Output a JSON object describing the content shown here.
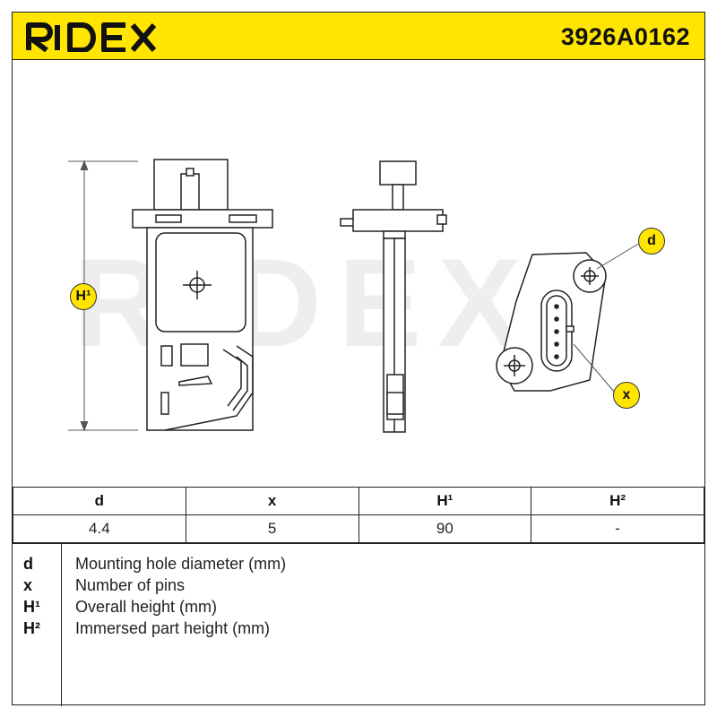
{
  "header": {
    "brand": "RIDEX",
    "part_number": "3926A0162",
    "bg_color": "#ffe500"
  },
  "drawing": {
    "watermark": "RIDEX",
    "dimension_labels": {
      "h1": "H¹",
      "d": "d",
      "x": "x"
    }
  },
  "spec_table": {
    "headers": [
      "d",
      "x",
      "H¹",
      "H²"
    ],
    "values": [
      "4.4",
      "5",
      "90",
      "-"
    ]
  },
  "legend": [
    {
      "key": "d",
      "text": "Mounting hole diameter (mm)"
    },
    {
      "key": "x",
      "text": "Number of pins"
    },
    {
      "key": "H¹",
      "text": "Overall height (mm)"
    },
    {
      "key": "H²",
      "text": "Immersed part height (mm)"
    }
  ]
}
